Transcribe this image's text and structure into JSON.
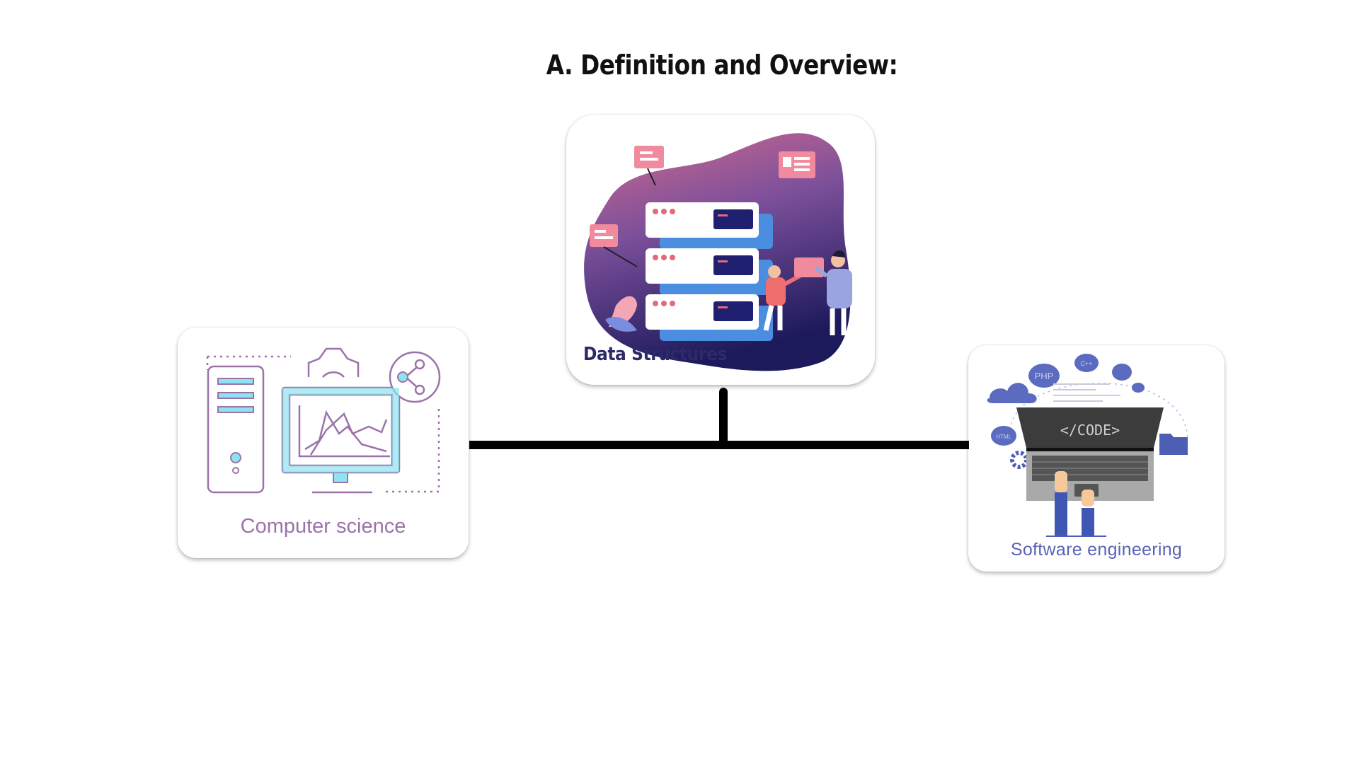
{
  "slide": {
    "title": "A. Definition and Overview:"
  },
  "diagram": {
    "root": {
      "label": "Data Structures",
      "illustration": "server-stack-with-people-icon",
      "colors": {
        "blob_top": "#c2678f",
        "blob_bottom": "#1f1b5e",
        "text": "#2e2a6a"
      }
    },
    "children": [
      {
        "label": "Computer science",
        "illustration": "computer-tower-monitor-chart-gear-icon",
        "colors": {
          "stroke": "#9b73a9",
          "fill": "#8fe3f0",
          "text": "#9b73a9"
        }
      },
      {
        "label": "Software engineering",
        "illustration": "laptop-code-hands-icon",
        "screen_text": "</CODE>",
        "bubbles": [
          "PHP",
          "C++",
          "HTML"
        ],
        "colors": {
          "accent": "#4d5fb5",
          "screen": "#3a3a3a",
          "text": "#5b63b8"
        }
      }
    ],
    "connector_color": "#000000"
  }
}
